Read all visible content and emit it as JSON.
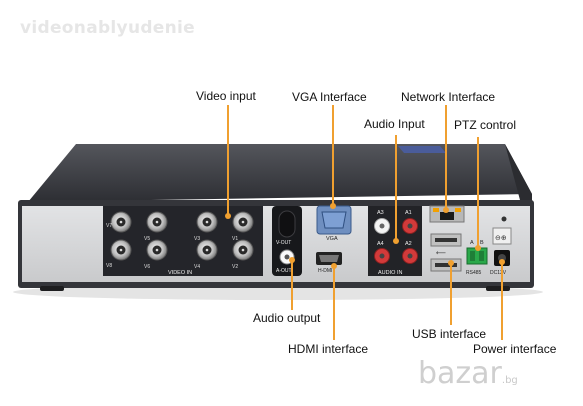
{
  "watermark_text": "videonablyudenie",
  "stamp_text": "bazar",
  "stamp_suffix": ".bg",
  "callouts": {
    "video_input": "Video input",
    "vga_interface": "VGA Interface",
    "network_interface": "Network Interface",
    "audio_input": "Audio Input",
    "ptz_control": "PTZ control",
    "audio_output": "Audio output",
    "hdmi_interface": "HDMI interface",
    "usb_interface": "USB interface",
    "power_interface": "Power interface"
  },
  "panel_text": {
    "v7": "V7",
    "v5": "V5",
    "v3": "V3",
    "v1": "V1",
    "v8": "V8",
    "v6": "V6",
    "v4": "V4",
    "v2": "V2",
    "video_in": "VIDEO IN",
    "v_out": "V-OUT",
    "a_out": "A-OUT",
    "vga": "VGA",
    "hdmi": "H-DMI",
    "a3": "A3",
    "a1": "A1",
    "a4": "A4",
    "a2": "A2",
    "audio_in": "AUDIO IN",
    "a": "A",
    "b": "B",
    "rs485": "RS485",
    "dc12v": "DC12V"
  },
  "colors": {
    "callout_line": "#f0a030",
    "device_body": "#3a3b40",
    "panel": "#d7d8da",
    "rj45": "#f2a000",
    "terminal_green": "#2aa84a",
    "rca_red": "#d23a3a",
    "rca_white": "#f4f4f4"
  }
}
